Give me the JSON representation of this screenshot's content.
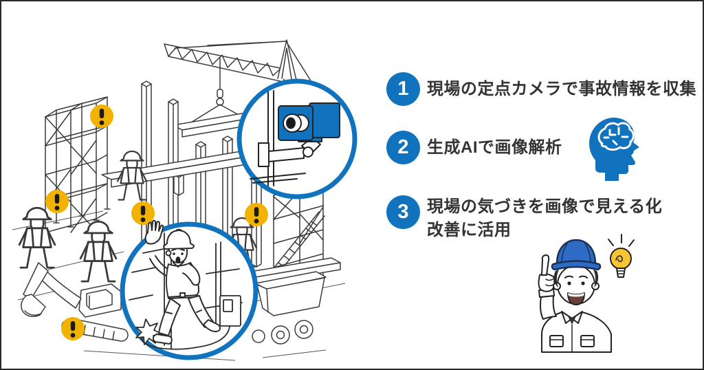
{
  "colors": {
    "primary_blue": "#1173be",
    "helmet_blue": "#2e6bc5",
    "warning_yellow": "#f2b200",
    "bulb_yellow": "#f7c433",
    "line_dark": "#333333",
    "text_dark": "#333333"
  },
  "steps": [
    {
      "number": "1",
      "lines": [
        "現場の定点カメラで事故情報を収集"
      ]
    },
    {
      "number": "2",
      "lines": [
        "生成AIで画像解析"
      ]
    },
    {
      "number": "3",
      "lines": [
        "現場の気づきを画像で見える化",
        "改善に活用"
      ]
    }
  ],
  "illustration": {
    "scene": "construction-site-line-art",
    "warning_symbol": "!",
    "warning_badge_count": 5,
    "callouts": [
      "cctv-camera",
      "worker-tripping-over-cable"
    ]
  }
}
